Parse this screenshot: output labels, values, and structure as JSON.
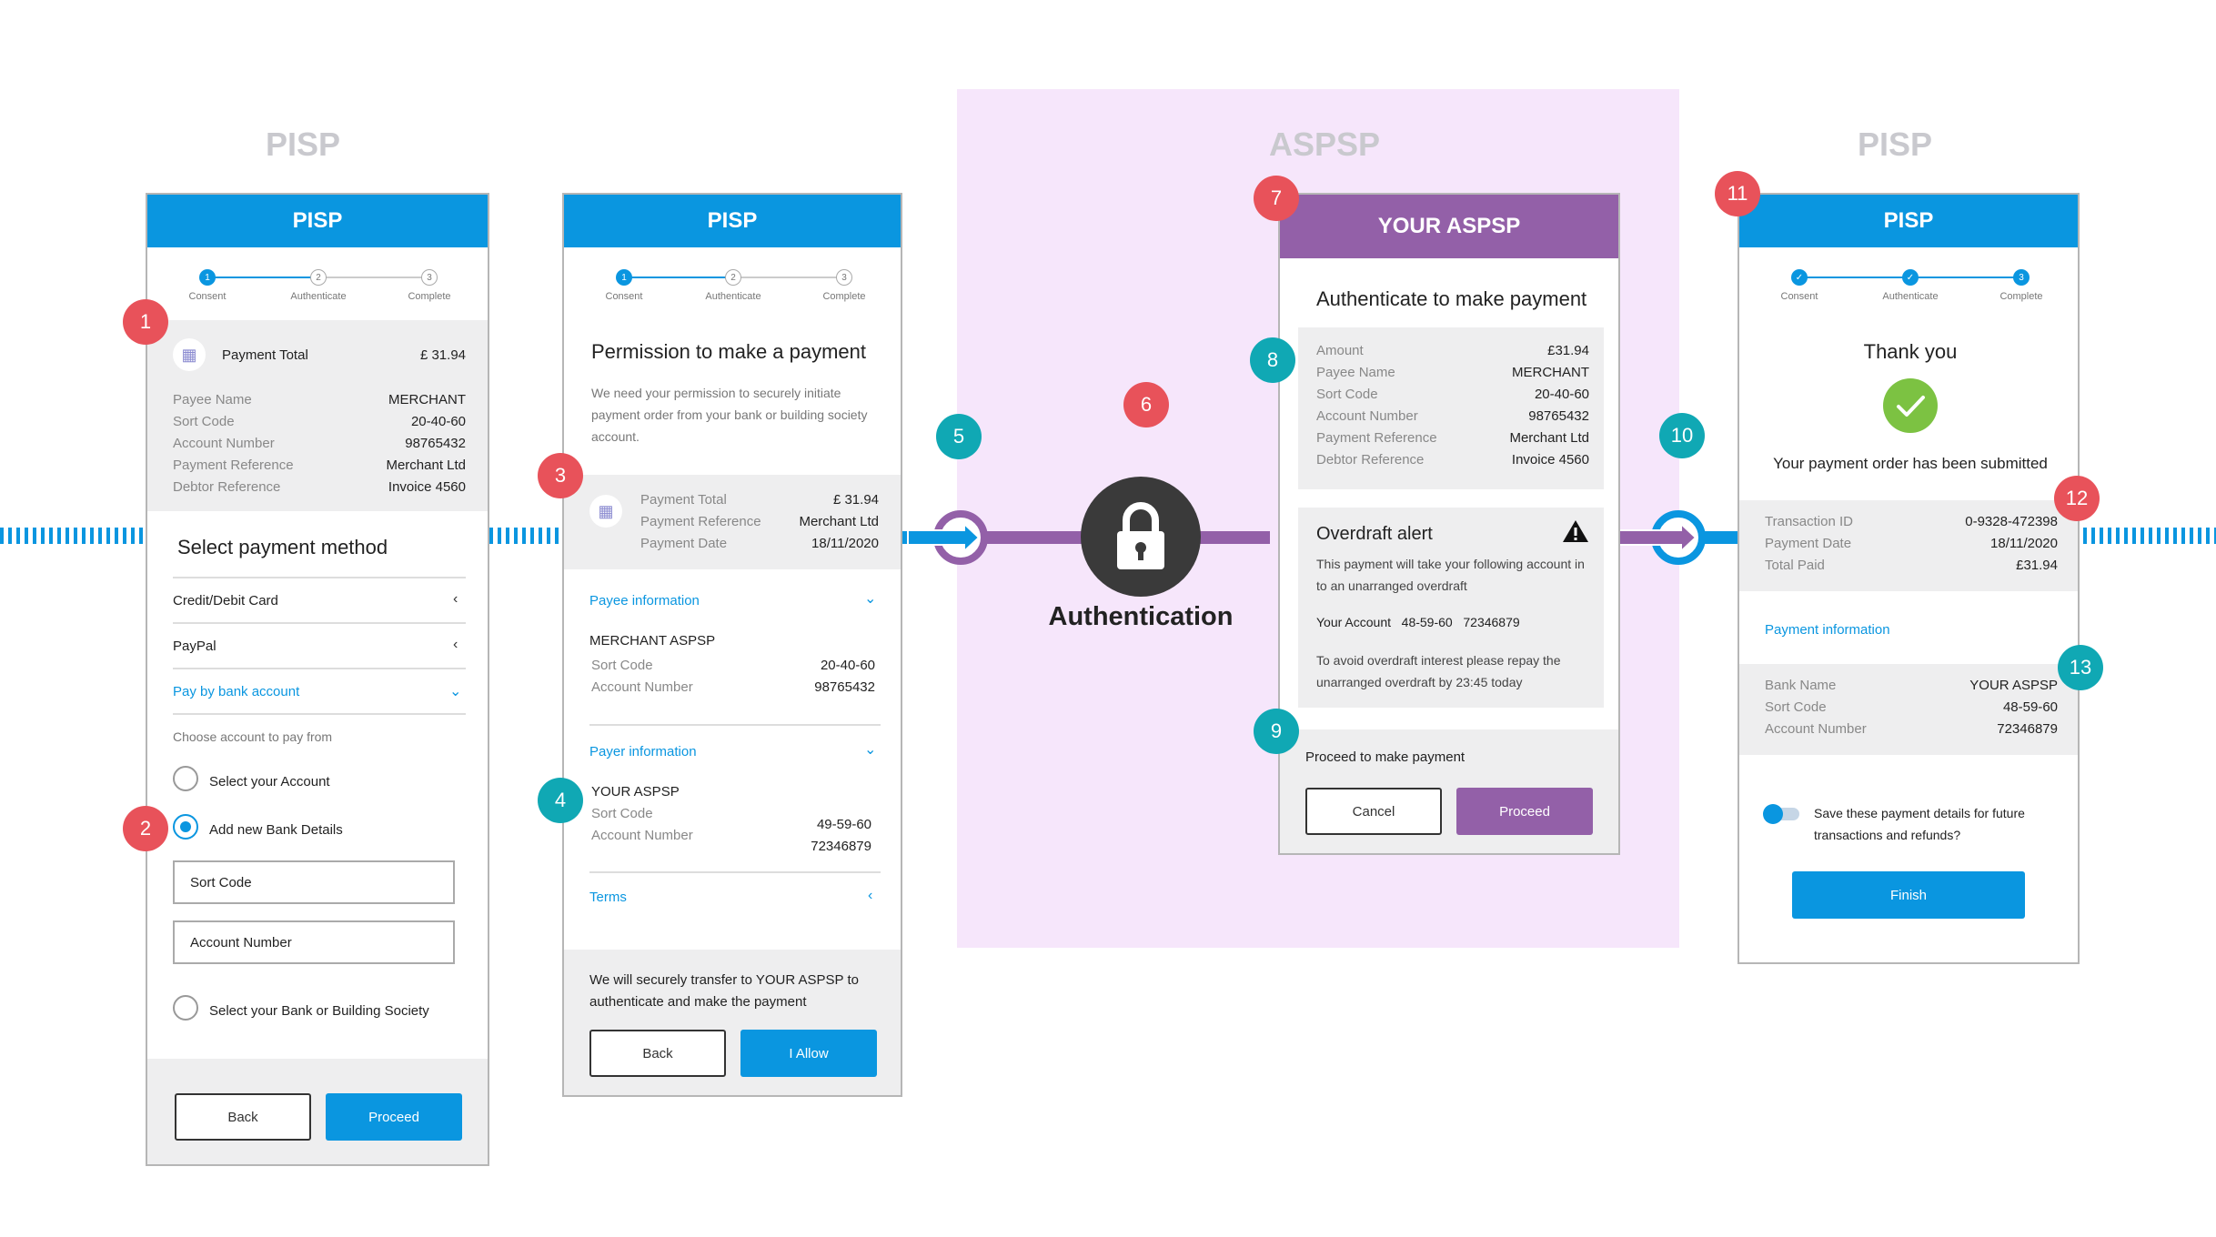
{
  "sections": {
    "pisp_left": "PISP",
    "aspsp": "ASPSP",
    "pisp_right": "PISP"
  },
  "colors": {
    "pisp_blue": "#0a96e0",
    "aspsp_purple": "#9360a8",
    "badge_red": "#e8525a",
    "badge_teal": "#10a8b4",
    "aspsp_bg": "#f6e6fb",
    "success_green": "#7cc242"
  },
  "steps": [
    "Consent",
    "Authenticate",
    "Complete"
  ],
  "badges": [
    "1",
    "2",
    "3",
    "4",
    "5",
    "6",
    "7",
    "8",
    "9",
    "10",
    "11",
    "12",
    "13"
  ],
  "center": {
    "label": "Authentication",
    "icon": "padlock-icon"
  },
  "screen1": {
    "header": "PISP",
    "payment_total_label": "Payment Total",
    "payment_total_value": "£ 31.94",
    "details": [
      {
        "k": "Payee Name",
        "v": "MERCHANT"
      },
      {
        "k": "Sort Code",
        "v": "20-40-60"
      },
      {
        "k": "Account Number",
        "v": "98765432"
      },
      {
        "k": "Payment Reference",
        "v": "Merchant Ltd"
      },
      {
        "k": "Debtor Reference",
        "v": "Invoice 4560"
      }
    ],
    "select_title": "Select payment method",
    "methods": [
      "Credit/Debit Card",
      "PayPal",
      "Pay by bank account"
    ],
    "choose_label": "Choose account to pay from",
    "options": [
      "Select your Account",
      "Add new Bank Details",
      "Select your Bank or Building Society"
    ],
    "sort_code_placeholder": "Sort Code",
    "account_number_placeholder": "Account Number",
    "back": "Back",
    "proceed": "Proceed"
  },
  "screen2": {
    "header": "PISP",
    "title": "Permission to make a payment",
    "intro": "We need your permission to securely initiate payment order from your bank or building society account.",
    "summary": [
      {
        "k": "Payment Total",
        "v": "£ 31.94"
      },
      {
        "k": "Payment Reference",
        "v": "Merchant Ltd"
      },
      {
        "k": "Payment Date",
        "v": "18/11/2020"
      }
    ],
    "payee_info": "Payee information",
    "payee_name": "MERCHANT ASPSP",
    "payee_rows": [
      {
        "k": "Sort Code",
        "v": "20-40-60"
      },
      {
        "k": "Account Number",
        "v": "98765432"
      }
    ],
    "payer_info": "Payer information",
    "payer_name": "YOUR ASPSP",
    "payer_sort_label": "Sort Code",
    "payer_sort_value": "49-59-60",
    "payer_acct_label": "Account Number",
    "payer_acct_value": "72346879",
    "terms": "Terms",
    "footer_text": "We will securely transfer to YOUR ASPSP to authenticate and make the payment",
    "back": "Back",
    "allow": "I Allow"
  },
  "screen3": {
    "header": "YOUR ASPSP",
    "title": "Authenticate to make payment",
    "details": [
      {
        "k": "Amount",
        "v": "£31.94"
      },
      {
        "k": "Payee Name",
        "v": "MERCHANT"
      },
      {
        "k": "Sort Code",
        "v": "20-40-60"
      },
      {
        "k": "Account Number",
        "v": "98765432"
      },
      {
        "k": "Payment Reference",
        "v": "Merchant Ltd"
      },
      {
        "k": "Debtor Reference",
        "v": "Invoice 4560"
      }
    ],
    "alert_title": "Overdraft alert",
    "alert_text": "This payment will take your following account in to an unarranged overdraft",
    "alert_account": "Your Account   48-59-60   72346879",
    "alert_advice": "To avoid overdraft interest please repay the unarranged overdraft by 23:45 today",
    "proceed_text": "Proceed to make payment",
    "cancel": "Cancel",
    "proceed": "Proceed"
  },
  "screen4": {
    "header": "PISP",
    "thank_you": "Thank you",
    "submitted": "Your payment order has been submitted",
    "summary": [
      {
        "k": "Transaction ID",
        "v": "0-9328-472398"
      },
      {
        "k": "Payment Date",
        "v": "18/11/2020"
      },
      {
        "k": "Total Paid",
        "v": "£31.94"
      }
    ],
    "payment_info": "Payment information",
    "bank_rows": [
      {
        "k": "Bank Name",
        "v": "YOUR ASPSP"
      },
      {
        "k": "Sort Code",
        "v": "48-59-60"
      },
      {
        "k": "Account Number",
        "v": "72346879"
      }
    ],
    "save_text": "Save these payment details for future transactions and refunds?",
    "finish": "Finish"
  }
}
